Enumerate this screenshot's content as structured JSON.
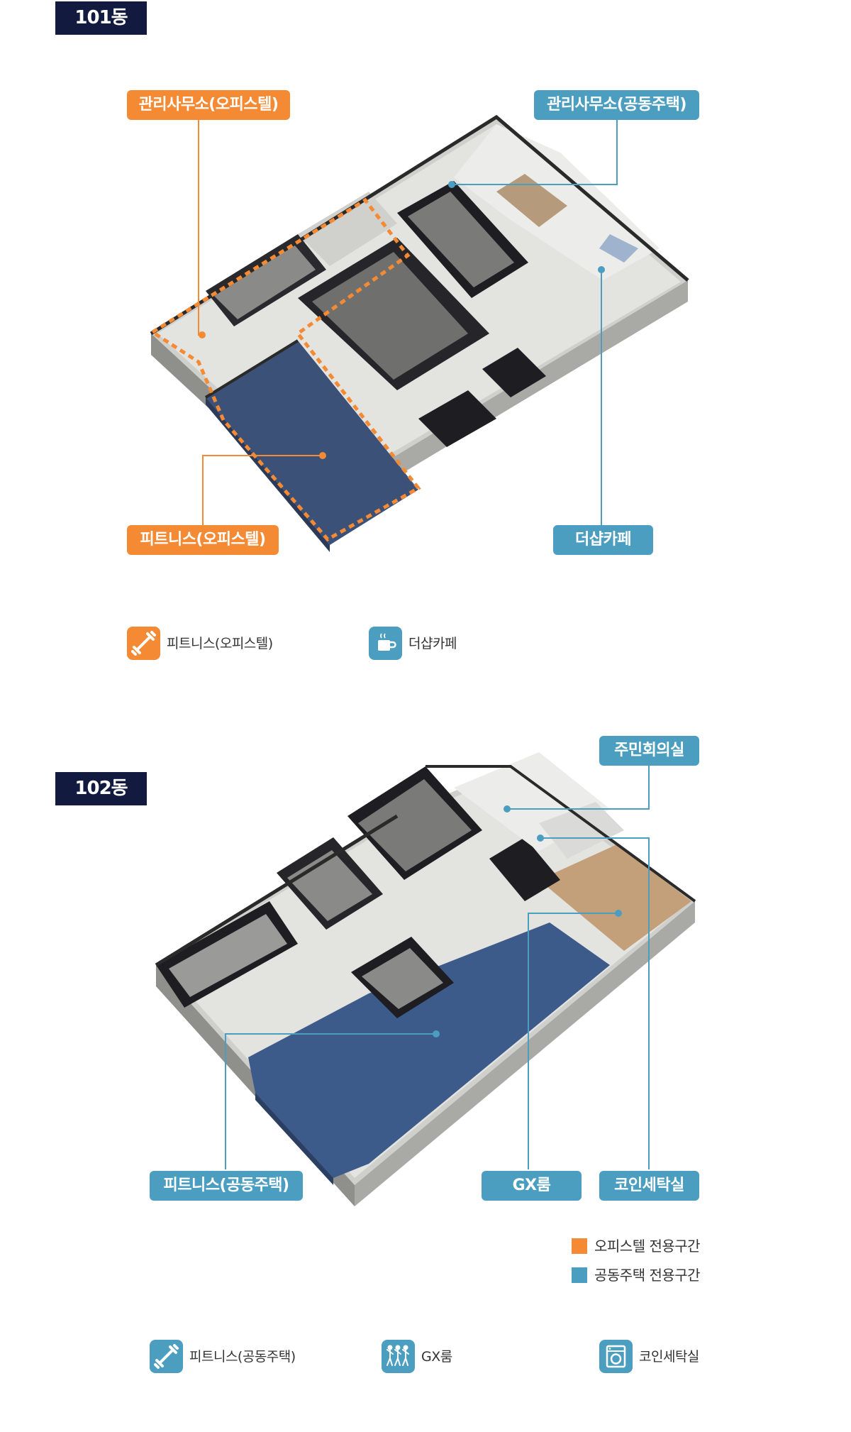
{
  "building_101": {
    "tab_label": "101동",
    "callouts": {
      "office_mgmt_officetel": "관리사무소(오피스텔)",
      "office_mgmt_apartment": "관리사무소(공동주택)",
      "fitness_officetel": "피트니스(오피스텔)",
      "the_sharp_cafe": "더샵카페"
    },
    "legend": [
      {
        "icon": "dumbbell-icon",
        "label": "피트니스(오피스텔)",
        "color": "#f58a34"
      },
      {
        "icon": "coffee-cup-icon",
        "label": "더샵카페",
        "color": "#4c9ec1"
      }
    ]
  },
  "building_102": {
    "tab_label": "102동",
    "callouts": {
      "residents_meeting_room": "주민회의실",
      "fitness_apartment": "피트니스(공동주택)",
      "gx_room": "GX룸",
      "coin_laundry": "코인세탁실"
    },
    "key": [
      {
        "label": "오피스텔 전용구간",
        "color": "#f58a34"
      },
      {
        "label": "공동주택 전용구간",
        "color": "#4c9ec1"
      }
    ],
    "legend": [
      {
        "icon": "dumbbell-icon",
        "label": "피트니스(공동주택)",
        "color": "#4c9ec1"
      },
      {
        "icon": "gx-dancers-icon",
        "label": "GX룸",
        "color": "#4c9ec1"
      },
      {
        "icon": "washing-machine-icon",
        "label": "코인세탁실",
        "color": "#4c9ec1"
      }
    ]
  },
  "colors": {
    "navy": "#121b3f",
    "orange": "#f58a34",
    "blue": "#4c9ec1",
    "fitness_floor": "#3b5178",
    "wall_dark": "#1e1e22",
    "floor_light": "#d9d9d6"
  }
}
